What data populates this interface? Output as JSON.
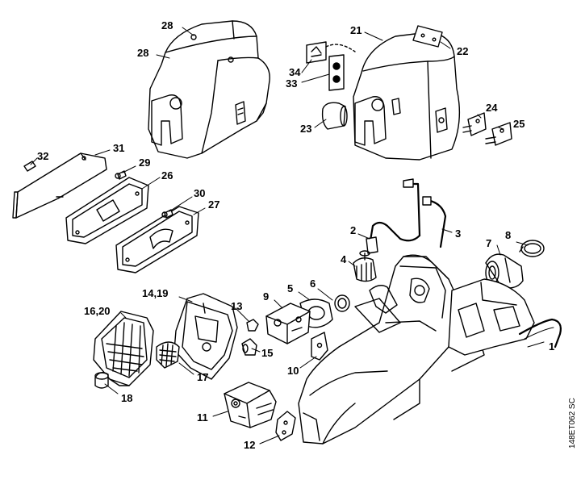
{
  "diagram": {
    "drawing_code": "148ET062 SC",
    "callouts": [
      {
        "id": "c1",
        "label": "1"
      },
      {
        "id": "c2",
        "label": "2"
      },
      {
        "id": "c3",
        "label": "3"
      },
      {
        "id": "c4",
        "label": "4"
      },
      {
        "id": "c5",
        "label": "5"
      },
      {
        "id": "c6",
        "label": "6"
      },
      {
        "id": "c7",
        "label": "7"
      },
      {
        "id": "c8",
        "label": "8"
      },
      {
        "id": "c9",
        "label": "9"
      },
      {
        "id": "c10",
        "label": "10"
      },
      {
        "id": "c11",
        "label": "11"
      },
      {
        "id": "c12",
        "label": "12"
      },
      {
        "id": "c13",
        "label": "13"
      },
      {
        "id": "c14",
        "label": "14,19"
      },
      {
        "id": "c15",
        "label": "15"
      },
      {
        "id": "c16",
        "label": "16,20"
      },
      {
        "id": "c17",
        "label": "17"
      },
      {
        "id": "c18",
        "label": "18"
      },
      {
        "id": "c21",
        "label": "21"
      },
      {
        "id": "c22",
        "label": "22"
      },
      {
        "id": "c23",
        "label": "23"
      },
      {
        "id": "c24",
        "label": "24"
      },
      {
        "id": "c25",
        "label": "25"
      },
      {
        "id": "c26",
        "label": "26"
      },
      {
        "id": "c27",
        "label": "27"
      },
      {
        "id": "c28a",
        "label": "28"
      },
      {
        "id": "c28b",
        "label": "28"
      },
      {
        "id": "c29",
        "label": "29"
      },
      {
        "id": "c30",
        "label": "30"
      },
      {
        "id": "c31",
        "label": "31"
      },
      {
        "id": "c32",
        "label": "32"
      },
      {
        "id": "c33",
        "label": "33"
      },
      {
        "id": "c34",
        "label": "34"
      }
    ]
  }
}
